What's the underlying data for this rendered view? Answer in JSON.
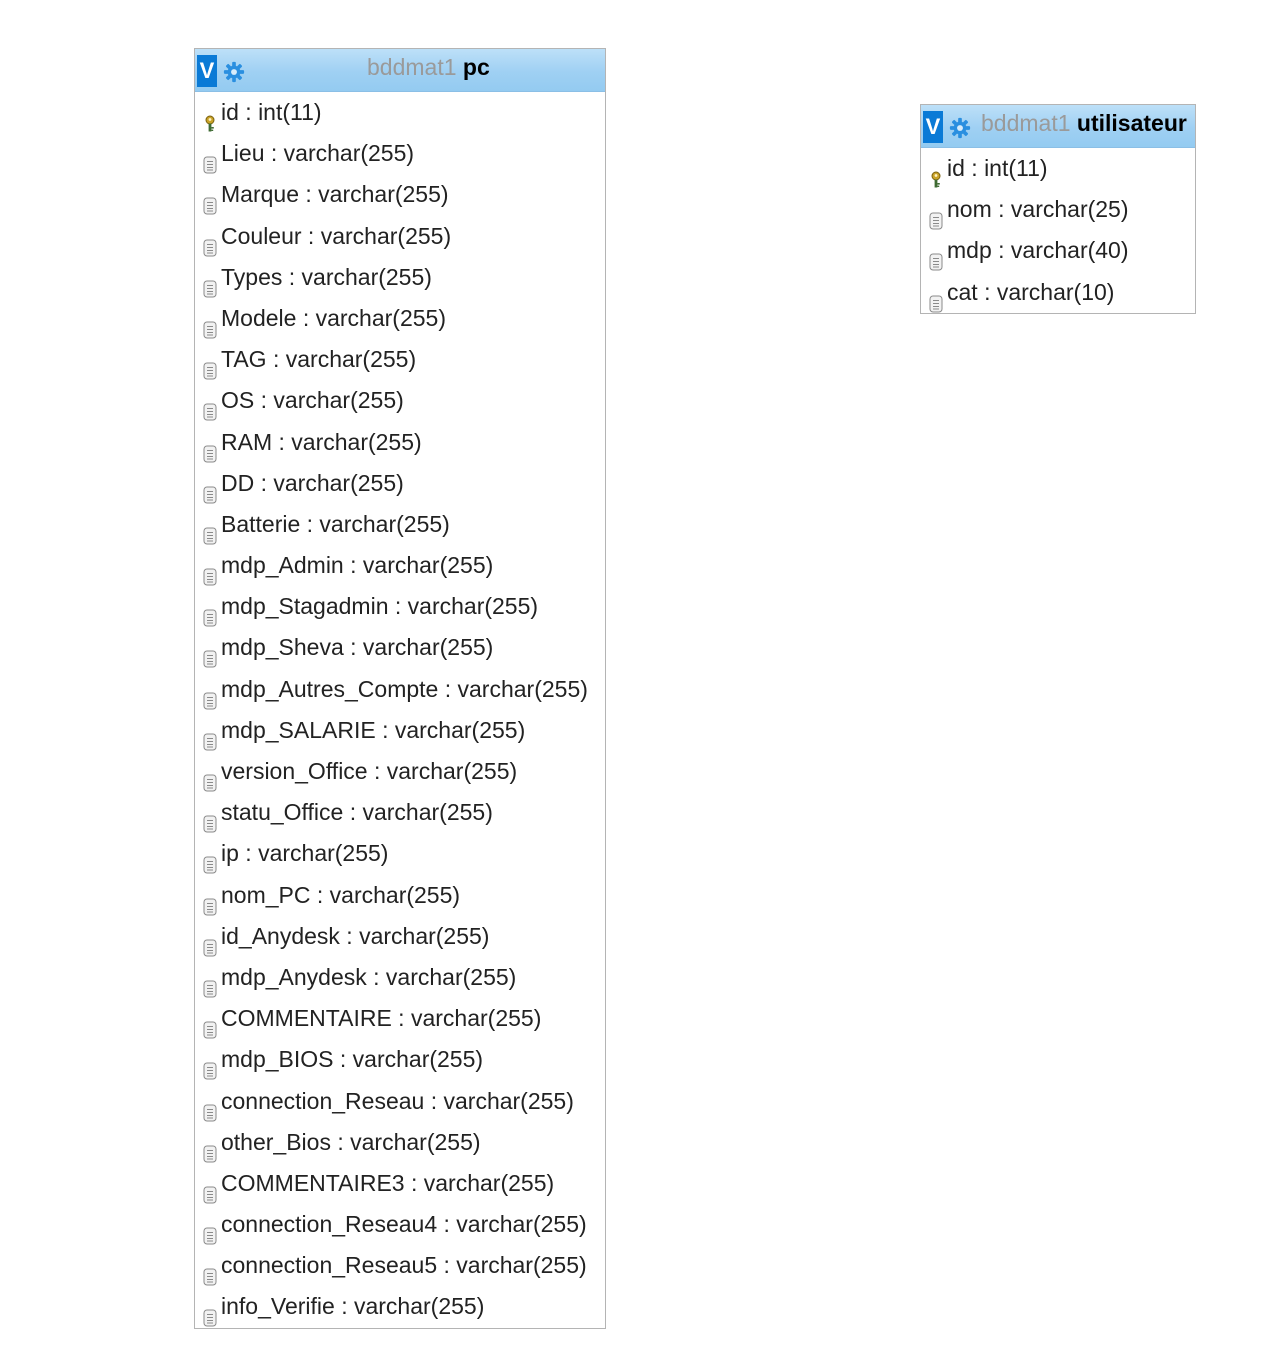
{
  "tables": [
    {
      "id": "table-pc",
      "toggle_label": "V",
      "db_name": "bddmat1",
      "table_name": "pc",
      "settings_icon": "gear-icon",
      "colors": {
        "header": "#9fd0f3",
        "toggle": "#0a7ad6",
        "gear": "#2a8fe0",
        "db_name": "#9a9a9a"
      },
      "columns": [
        {
          "icon": "primary-key-icon",
          "text": "id : int(11)"
        },
        {
          "icon": "column-icon",
          "text": "Lieu : varchar(255)"
        },
        {
          "icon": "column-icon",
          "text": "Marque : varchar(255)"
        },
        {
          "icon": "column-icon",
          "text": "Couleur : varchar(255)"
        },
        {
          "icon": "column-icon",
          "text": "Types : varchar(255)"
        },
        {
          "icon": "column-icon",
          "text": "Modele : varchar(255)"
        },
        {
          "icon": "column-icon",
          "text": "TAG : varchar(255)"
        },
        {
          "icon": "column-icon",
          "text": "OS : varchar(255)"
        },
        {
          "icon": "column-icon",
          "text": "RAM : varchar(255)"
        },
        {
          "icon": "column-icon",
          "text": "DD : varchar(255)"
        },
        {
          "icon": "column-icon",
          "text": "Batterie : varchar(255)"
        },
        {
          "icon": "column-icon",
          "text": "mdp_Admin : varchar(255)"
        },
        {
          "icon": "column-icon",
          "text": "mdp_Stagadmin : varchar(255)"
        },
        {
          "icon": "column-icon",
          "text": "mdp_Sheva : varchar(255)"
        },
        {
          "icon": "column-icon",
          "text": "mdp_Autres_Compte : varchar(255)"
        },
        {
          "icon": "column-icon",
          "text": "mdp_SALARIE : varchar(255)"
        },
        {
          "icon": "column-icon",
          "text": "version_Office : varchar(255)"
        },
        {
          "icon": "column-icon",
          "text": "statu_Office : varchar(255)"
        },
        {
          "icon": "column-icon",
          "text": "ip : varchar(255)"
        },
        {
          "icon": "column-icon",
          "text": "nom_PC : varchar(255)"
        },
        {
          "icon": "column-icon",
          "text": "id_Anydesk : varchar(255)"
        },
        {
          "icon": "column-icon",
          "text": "mdp_Anydesk : varchar(255)"
        },
        {
          "icon": "column-icon",
          "text": "COMMENTAIRE : varchar(255)"
        },
        {
          "icon": "column-icon",
          "text": "mdp_BIOS : varchar(255)"
        },
        {
          "icon": "column-icon",
          "text": "connection_Reseau : varchar(255)"
        },
        {
          "icon": "column-icon",
          "text": "other_Bios : varchar(255)"
        },
        {
          "icon": "column-icon",
          "text": "COMMENTAIRE3 : varchar(255)"
        },
        {
          "icon": "column-icon",
          "text": "connection_Reseau4 : varchar(255)"
        },
        {
          "icon": "column-icon",
          "text": "connection_Reseau5 : varchar(255)"
        },
        {
          "icon": "column-icon",
          "text": "info_Verifie : varchar(255)"
        }
      ]
    },
    {
      "id": "table-utilisateur",
      "toggle_label": "V",
      "db_name": "bddmat1",
      "table_name": "utilisateur",
      "settings_icon": "gear-icon",
      "colors": {
        "header": "#9fd0f3",
        "toggle": "#0a7ad6",
        "gear": "#2a8fe0",
        "db_name": "#9a9a9a"
      },
      "columns": [
        {
          "icon": "primary-key-icon",
          "text": "id : int(11)"
        },
        {
          "icon": "column-icon",
          "text": "nom : varchar(25)"
        },
        {
          "icon": "column-icon",
          "text": "mdp : varchar(40)"
        },
        {
          "icon": "column-icon",
          "text": "cat : varchar(10)"
        }
      ]
    }
  ]
}
